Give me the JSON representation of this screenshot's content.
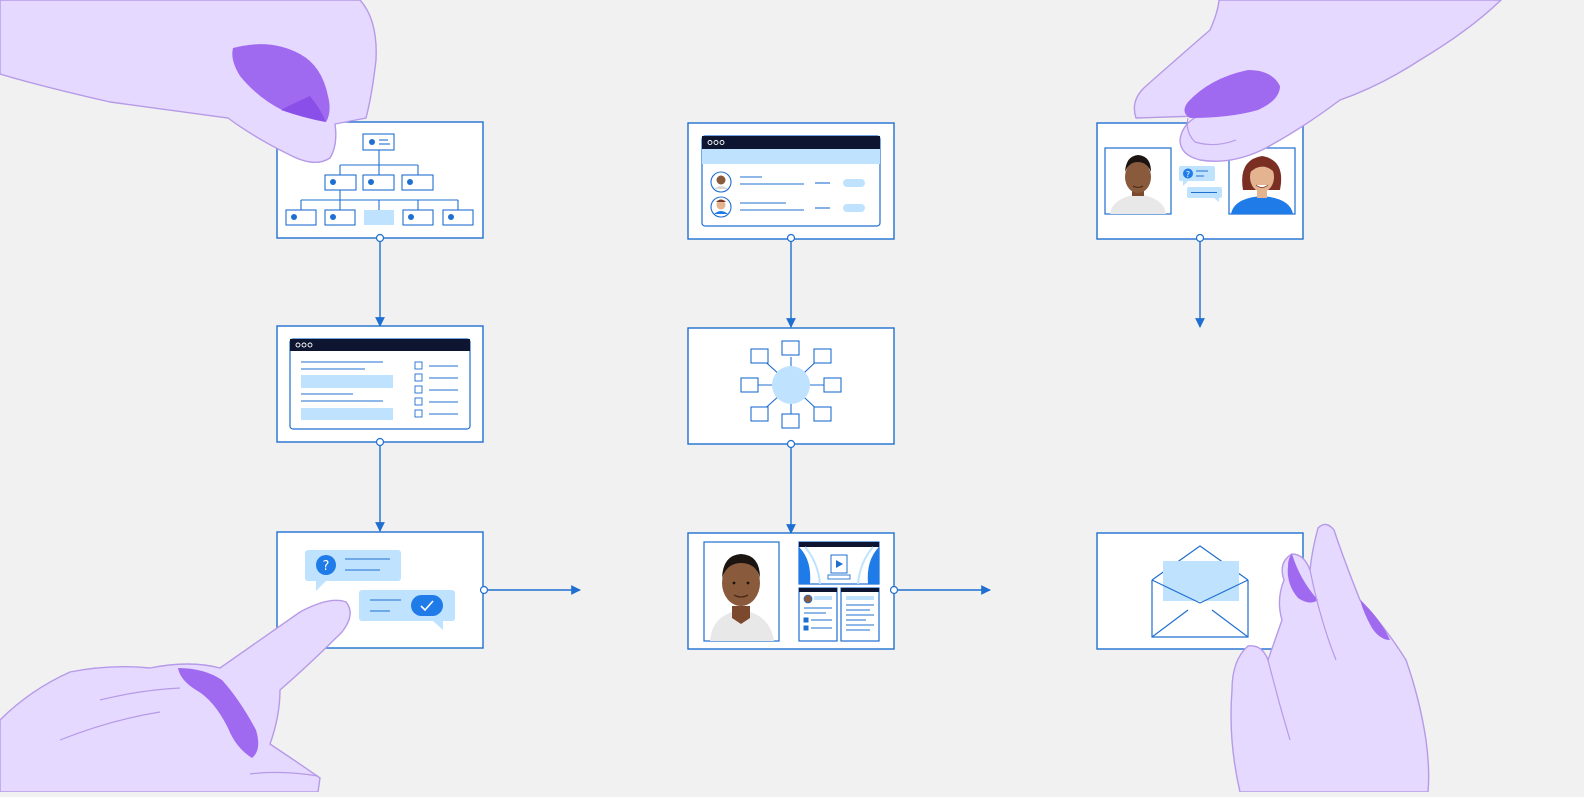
{
  "colors": {
    "background": "#f1f1f1",
    "card_fill": "#ffffff",
    "line_blue": "#1f6fd1",
    "light_blue_fill": "#bfe3ff",
    "window_bar": "#0d1530",
    "hand_fill": "#e6d9ff",
    "hand_outline": "#b69ae8",
    "hand_nail": "#a06af0",
    "badge_blue": "#1e7be8"
  },
  "diagram": {
    "columns": [
      {
        "name": "left-column",
        "cards": [
          {
            "name": "org-chart-card",
            "icon": "org-chart-icon"
          },
          {
            "name": "checklist-window-card",
            "icon": "checklist-window-icon"
          },
          {
            "name": "chat-bubbles-card",
            "icon": "question-and-check-chat-icon"
          }
        ]
      },
      {
        "name": "middle-column",
        "cards": [
          {
            "name": "contact-list-window-card",
            "icon": "contact-list-icon"
          },
          {
            "name": "network-hub-card",
            "icon": "hub-and-nodes-icon"
          },
          {
            "name": "profile-media-card",
            "icon": "profile-and-video-icon"
          }
        ]
      },
      {
        "name": "right-column",
        "cards": [
          {
            "name": "video-call-card",
            "icon": "video-call-icon"
          },
          {
            "name": "envelope-card",
            "icon": "envelope-icon"
          }
        ]
      }
    ],
    "connectors": [
      {
        "from": "org-chart-card",
        "to": "checklist-window-card",
        "direction": "down"
      },
      {
        "from": "checklist-window-card",
        "to": "chat-bubbles-card",
        "direction": "down"
      },
      {
        "from": "chat-bubbles-card",
        "to": "middle-column",
        "direction": "right"
      },
      {
        "from": "contact-list-window-card",
        "to": "network-hub-card",
        "direction": "down"
      },
      {
        "from": "network-hub-card",
        "to": "profile-media-card",
        "direction": "down"
      },
      {
        "from": "profile-media-card",
        "to": "right-column",
        "direction": "right"
      },
      {
        "from": "video-call-card",
        "to": "",
        "direction": "down"
      }
    ],
    "hands": [
      "hand-top-left",
      "hand-top-right",
      "hand-bottom-left",
      "hand-bottom-right"
    ]
  }
}
